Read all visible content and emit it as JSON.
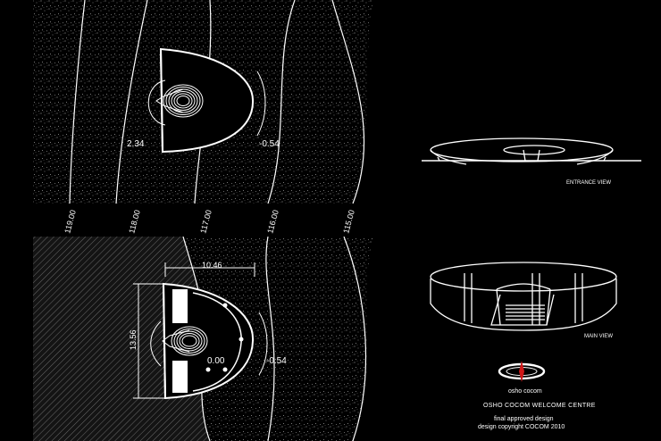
{
  "plan_top": {
    "level_left": "2.34",
    "level_right": "-0.54"
  },
  "contours": [
    "119.00",
    "118.00",
    "117.00",
    "116.00",
    "115.00"
  ],
  "plan_bottom": {
    "dim_width": "10.46",
    "dim_height": "13.56",
    "level_center": "0.00",
    "level_right": "-0.54"
  },
  "views": {
    "entrance": "ENTRANCE VIEW",
    "main": "MAIN VIEW"
  },
  "logo": {
    "text": "osho cocom"
  },
  "title_block": {
    "title": "OSHO COCOM WELCOME CENTRE",
    "line1": "final approved design",
    "line2": "design copyright COCOM 2010"
  },
  "colors": {
    "background": "#000000",
    "line": "#ffffff",
    "logo_mark": "#d01818"
  }
}
